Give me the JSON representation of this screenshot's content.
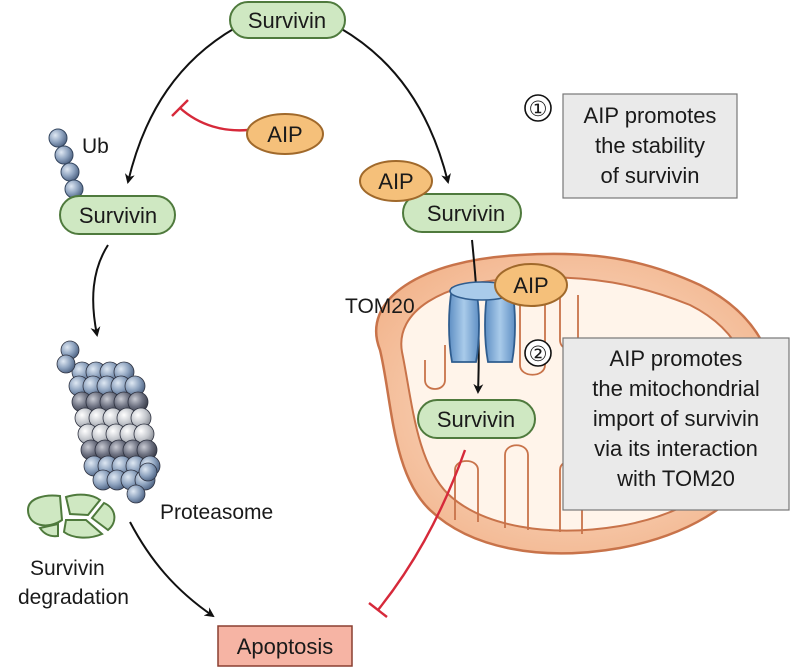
{
  "labels": {
    "survivin_top": "Survivin",
    "survivin_left": "Survivin",
    "survivin_right": "Survivin",
    "survivin_mito": "Survivin",
    "aip_inhibit": "AIP",
    "aip_complex": "AIP",
    "aip_mito": "AIP",
    "ub": "Ub",
    "tom20": "TOM20",
    "proteasome": "Proteasome",
    "degradation_line1": "Survivin",
    "degradation_line2": "degradation",
    "apoptosis": "Apoptosis"
  },
  "notes": [
    {
      "number": "①",
      "lines": [
        "AIP promotes",
        "the stability",
        "of survivin"
      ]
    },
    {
      "number": "②",
      "lines": [
        "AIP promotes",
        "the mitochondrial",
        "import of survivin",
        "via its interaction",
        "with TOM20"
      ]
    }
  ],
  "colors": {
    "survivin_fill": "#cfe8c2",
    "survivin_stroke": "#4f7a3d",
    "aip_fill": "#f5c07a",
    "aip_stroke": "#a0692b",
    "mito_fill": "#f7c7a4",
    "mito_stroke": "#c8734a",
    "tom20_fill": "#8fb8e0",
    "apoptosis_fill": "#f6b4a4",
    "inhibit_red": "#d6293a",
    "note_fill": "#eaeaea"
  }
}
